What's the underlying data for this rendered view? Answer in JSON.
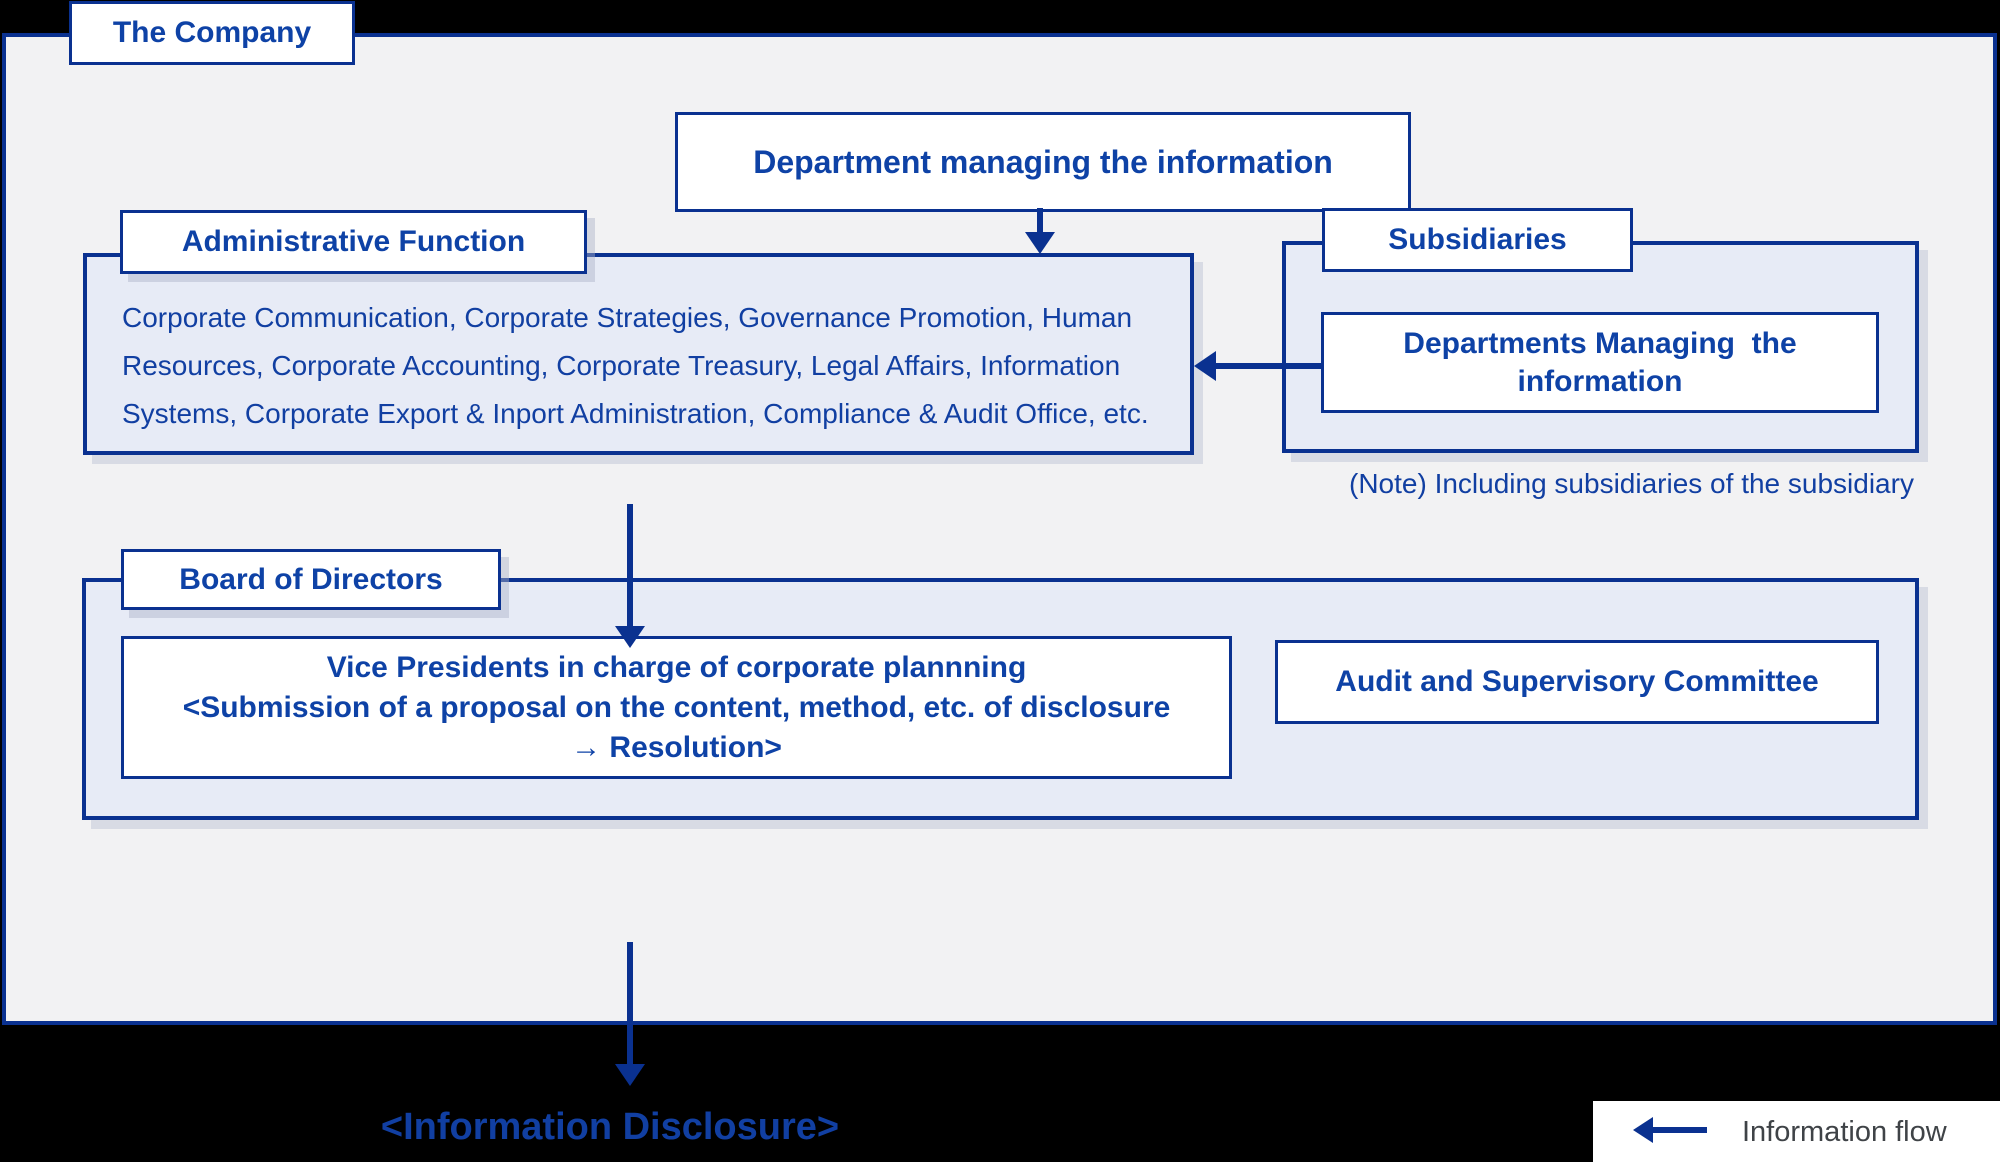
{
  "colors": {
    "accent_blue": "#0a3190",
    "text_blue": "#113fa2",
    "panel_lavender": "#e7ebf6",
    "boundary_gray": "#f2f2f3",
    "background": "#000000",
    "legend_text": "#3f4347"
  },
  "company": {
    "label": "The Company"
  },
  "department_box": {
    "label": "Department managing the information"
  },
  "admin": {
    "label": "Administrative Function",
    "lines": [
      "Corporate Communication, Corporate Strategies, Governance Promotion, Human",
      "Resources, Corporate Accounting, Corporate Treasury, Legal Affairs, Information",
      "Systems, Corporate Export & Inport Administration, Compliance & Audit Office, etc."
    ]
  },
  "subsidiaries": {
    "label": "Subsidiaries",
    "dept_lines": [
      "Departments Managing  the",
      "information"
    ],
    "note": "(Note) Including subsidiaries of the subsidiary"
  },
  "board": {
    "label": "Board of Directors",
    "vp_lines": [
      "Vice Presidents in charge of corporate plannning",
      "<Submission of a proposal on the content, method, etc. of disclosure",
      "→ Resolution>"
    ],
    "audit_label": "Audit and Supervisory Committee"
  },
  "disclosure": {
    "label": "<Information Disclosure>"
  },
  "legend": {
    "label": "Information flow"
  }
}
